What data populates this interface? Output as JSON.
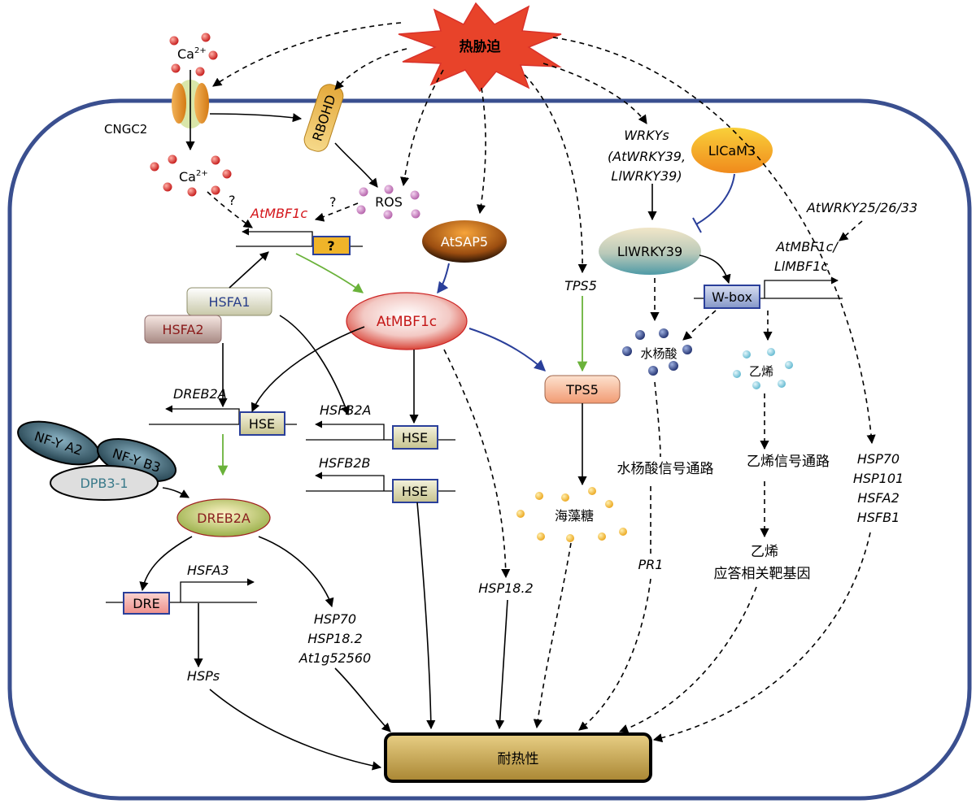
{
  "title": "热胁迫",
  "result": "耐热性",
  "channel": {
    "name": "CNGC2",
    "ion": "Ca",
    "charge": "2+",
    "enzyme": "RBOHD"
  },
  "ros": "ROS",
  "question": "?",
  "genes": {
    "atmbf1c_gene": "AtMBF1c",
    "dreb2a_gene": "DREB2A",
    "hsfb2a_gene": "HSFB2A",
    "hsfb2b_gene": "HSFB2B",
    "hsfa3_gene": "HSFA3",
    "tps5_gene": "TPS5",
    "wrkys_line1": "WRKYs",
    "wrkys_line2": "(AtWRKY39,",
    "wrkys_line3": "LlWRKY39)",
    "atwrky25": "AtWRKY25/26/33",
    "mbf1c_line1": "AtMBF1c/",
    "mbf1c_line2": "LlMBF1c",
    "pr1": "PR1",
    "hsp18": "HSP18.2"
  },
  "proteins": {
    "hsfa1": "HSFA1",
    "hsfa2": "HSFA2",
    "atmbf1c": "AtMBF1c",
    "atsap5": "AtSAP5",
    "tps5": "TPS5",
    "llcam3": "LlCaM3",
    "llwrky39": "LlWRKY39",
    "dreb2a": "DREB2A",
    "nfya2": "NF-Y A2",
    "nfyb3": "NF-Y B3",
    "dpb3": "DPB3-1"
  },
  "elements": {
    "hse": "HSE",
    "dre": "DRE",
    "wbox": "W-box"
  },
  "metabolites": {
    "salicylic": "水杨酸",
    "ethylene": "乙烯",
    "trehalose": "海藻糖",
    "sa_pathway": "水杨酸信号通路",
    "eth_pathway": "乙烯信号通路",
    "eth_target1": "乙烯",
    "eth_target2": "应答相关靶基因"
  },
  "hsp_lists": {
    "dreb_targets": [
      "HSP70",
      "HSP18.2",
      "At1g52560"
    ],
    "hsps": "HSPs",
    "wrky_targets": [
      "HSP70",
      "HSP101",
      "HSFA2",
      "HSFB1"
    ]
  },
  "colors": {
    "cell_border": "#3a4f8f",
    "burst": "#e8432a",
    "dashed": "#000000",
    "green_arrow": "#6ab23a",
    "blue_arrow": "#2a3f9a",
    "result_fill": "#c9a85a"
  }
}
